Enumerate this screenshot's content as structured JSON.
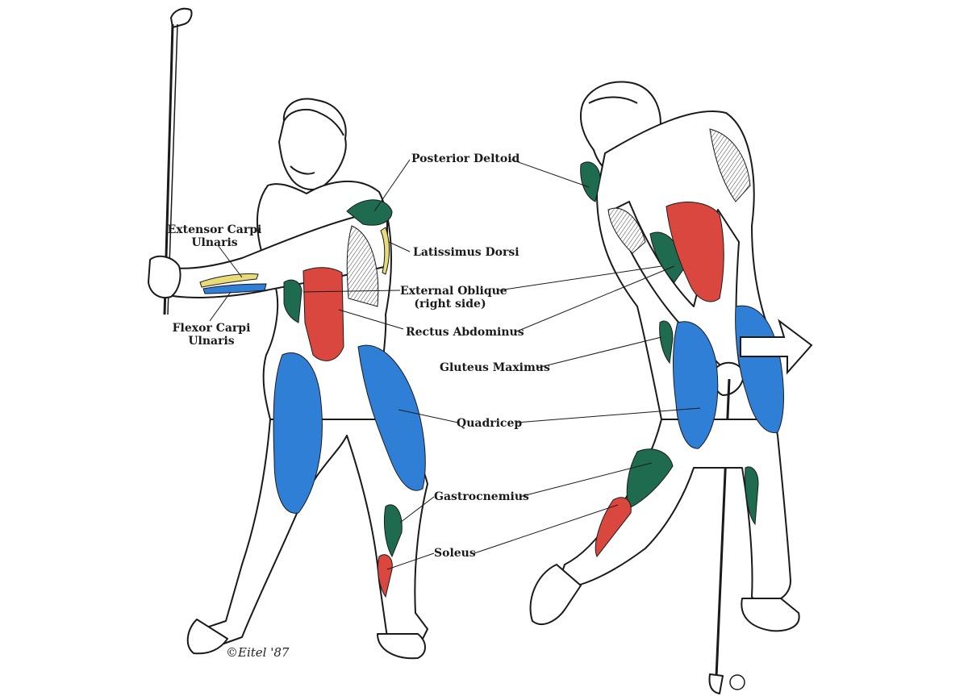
{
  "labels": {
    "posterior_deltoid": "Posterior Deltoid",
    "extensor_line1": "Extensor Carpi",
    "extensor_line2": "Ulnaris",
    "latissimus_dorsi": "Latissimus Dorsi",
    "external_oblique_line1": "External Oblique",
    "external_oblique_line2": "(right side)",
    "flexor_line1": "Flexor Carpi",
    "flexor_line2": "Ulnaris",
    "rectus_abdominus": "Rectus Abdominus",
    "gluteus_maximus": "Gluteus Maximus",
    "quadricep": "Quadricep",
    "gastrocnemius": "Gastrocnemius",
    "soleus": "Soleus"
  },
  "signature": "©Eitel '87",
  "colors": {
    "blue": "#2f7fd6",
    "red": "#d9473f",
    "green": "#1f6b4f",
    "yellow": "#e8dc7a",
    "outline": "#1a1a1a",
    "muscle_gray": "#bdbdbd"
  }
}
